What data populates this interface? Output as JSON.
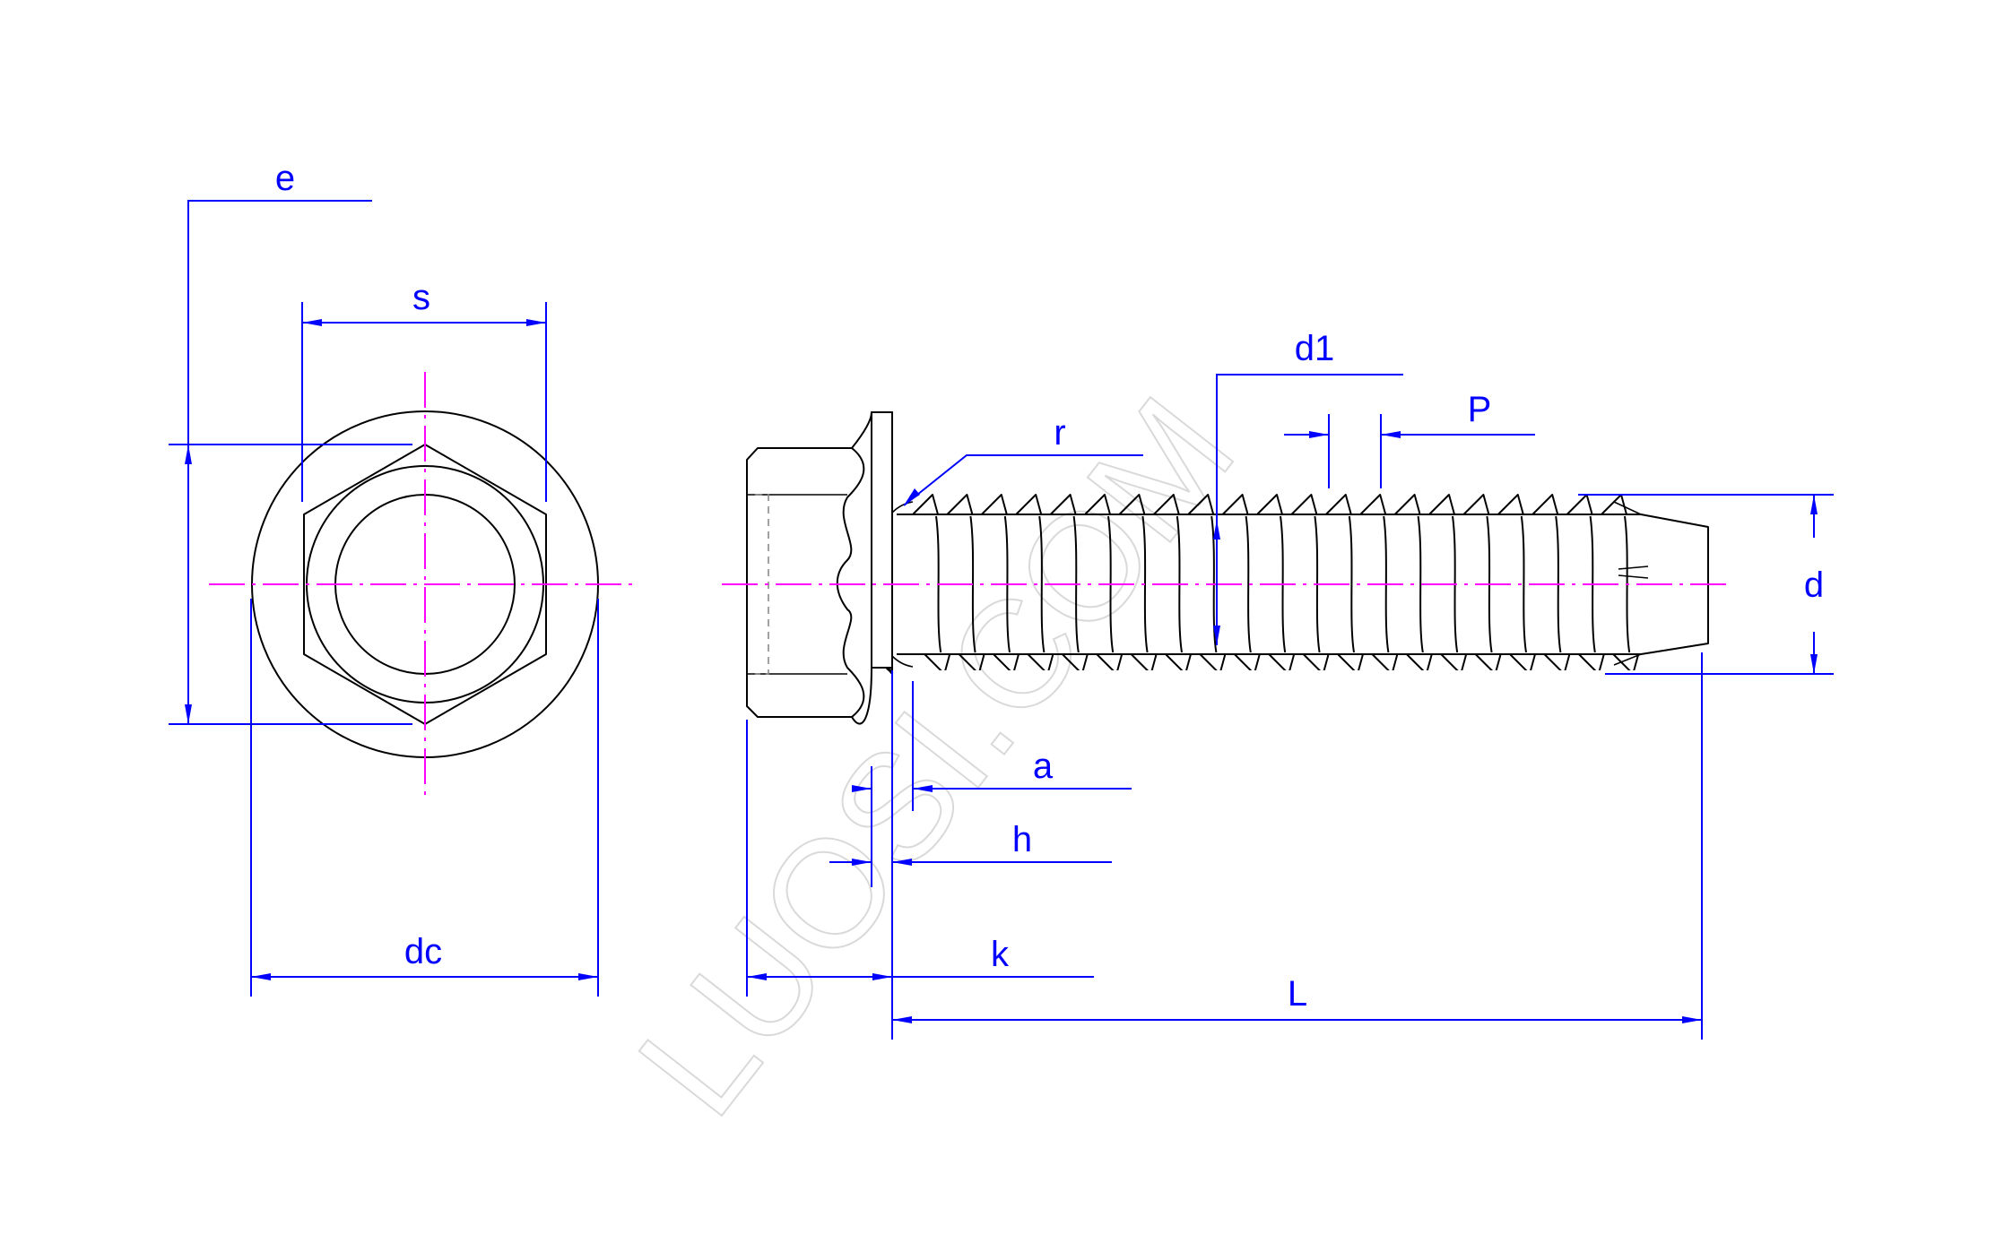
{
  "colors": {
    "dimension": "#0000ff",
    "centerline": "#ff00ff",
    "outline": "#000000",
    "watermark": "#d9d9d9"
  },
  "watermark": "LUOSI.COM",
  "labels": {
    "e": "e",
    "s": "s",
    "dc": "dc",
    "r": "r",
    "d1": "d1",
    "P": "P",
    "d": "d",
    "a": "a",
    "h": "h",
    "k": "k",
    "L": "L"
  }
}
